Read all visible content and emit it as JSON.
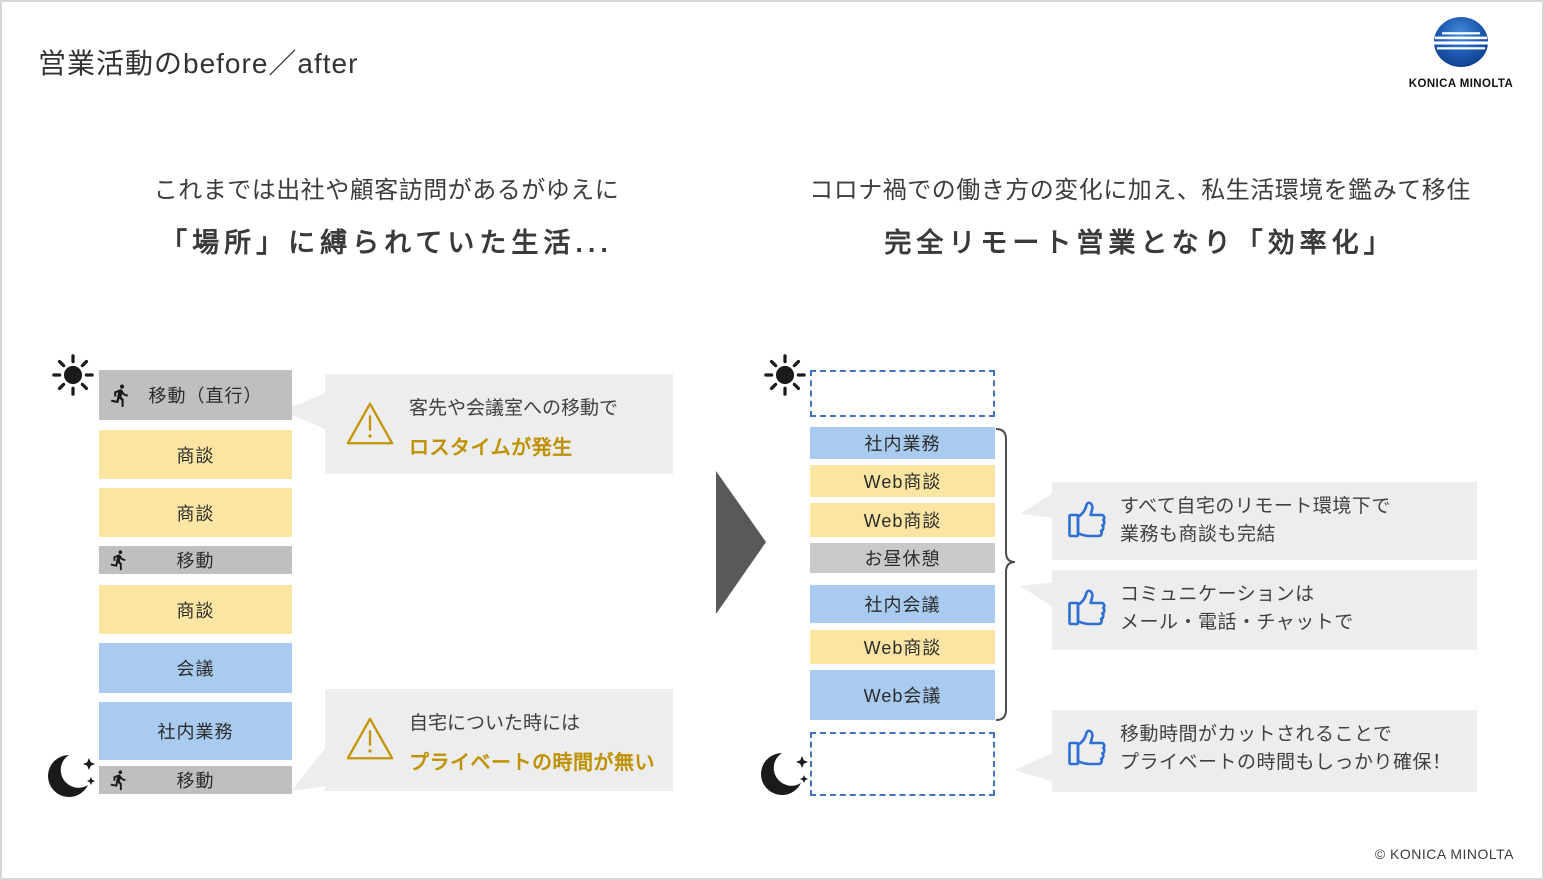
{
  "page": {
    "title": "営業活動のbefore／after",
    "copyright": "© KONICA MINOLTA"
  },
  "logo": {
    "brand": "KONICA MINOLTA"
  },
  "before": {
    "intro_line1": "これまでは出社や顧客訪問があるがゆえに",
    "intro_line2": "「場所」に縛られていた生活...",
    "schedule": [
      {
        "label": "移動（直行）",
        "type": "travel",
        "icon": "runner-icon"
      },
      {
        "label": "商談",
        "type": "sales"
      },
      {
        "label": "商談",
        "type": "sales"
      },
      {
        "label": "移動",
        "type": "travel",
        "icon": "runner-icon"
      },
      {
        "label": "商談",
        "type": "sales"
      },
      {
        "label": "会議",
        "type": "meeting"
      },
      {
        "label": "社内業務",
        "type": "meeting"
      },
      {
        "label": "移動",
        "type": "travel",
        "icon": "runner-icon"
      }
    ],
    "warnings": [
      {
        "line1": "客先や会議室への移動で",
        "line2": "ロスタイムが発生"
      },
      {
        "line1": "自宅についた時には",
        "line2": "プライベートの時間が無い"
      }
    ]
  },
  "after": {
    "intro_line1": "コロナ禍での働き方の変化に加え、私生活環境を鑑みて移住",
    "intro_line2": "完全リモート営業となり「効率化」",
    "schedule": [
      {
        "label": "社内業務",
        "type": "meeting"
      },
      {
        "label": "Web商談",
        "type": "sales"
      },
      {
        "label": "Web商談",
        "type": "sales"
      },
      {
        "label": "お昼休憩",
        "type": "break"
      },
      {
        "label": "社内会議",
        "type": "meeting"
      },
      {
        "label": "Web商談",
        "type": "sales"
      },
      {
        "label": "Web会議",
        "type": "meeting"
      }
    ],
    "benefits": [
      {
        "line1": "すべて自宅のリモート環境下で",
        "line2": "業務も商談も完結"
      },
      {
        "line1": "コミュニケーションは",
        "line2": "メール・電話・チャットで"
      },
      {
        "line1": "移動時間がカットされることで",
        "line2": "プライベートの時間もしっかり確保！"
      }
    ]
  },
  "icons": {
    "sun-icon": "sun (morning)",
    "moon-icon": "crescent moon with stars (night)",
    "runner-icon": "running person (travel)",
    "warning-icon": "warning triangle",
    "thumbs-up-icon": "thumbs up",
    "transform-arrow": "big right arrow"
  },
  "colors": {
    "sales_yellow": "#FBE5A3",
    "meeting_blue": "#A9CBF0",
    "travel_gray": "#BFBFBF",
    "break_gray": "#C9C9C9",
    "callout_bg": "#EDEDED",
    "accent_gold": "#BF9000",
    "accent_blue": "#2E6FD4",
    "dashed_border": "#4472C4",
    "arrow_gray": "#595959",
    "logo_blue": "#1C50A8"
  }
}
